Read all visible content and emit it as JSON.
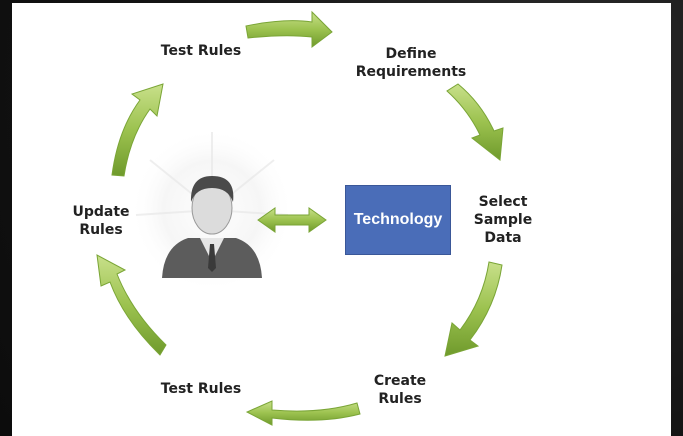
{
  "steps": {
    "test_rules_top": "Test Rules",
    "define_requirements": "Define\nRequirements",
    "select_sample_data": "Select\nSample\nData",
    "create_rules": "Create\nRules",
    "test_rules_bottom": "Test Rules",
    "update_rules": "Update\nRules"
  },
  "center": {
    "technology_label": "Technology"
  },
  "colors": {
    "arrow_green": "#9cc24f",
    "arrow_dark": "#6f9a2c",
    "tech_box": "#4a6db8"
  },
  "icons": {
    "person": "person-icon",
    "double_arrow": "double-arrow-icon"
  }
}
